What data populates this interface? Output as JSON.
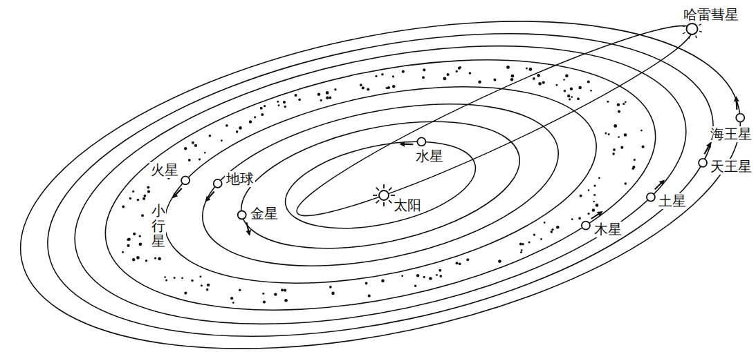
{
  "diagram": {
    "labels": [
      "哈雷彗星",
      "海王星",
      "火星",
      "地球",
      "水星",
      "天王星",
      "太阳",
      "金星",
      "土星",
      "木星",
      "小行星"
    ]
  }
}
